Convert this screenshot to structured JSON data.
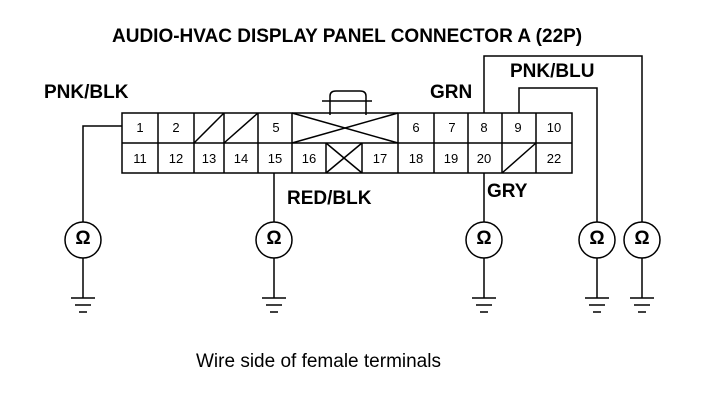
{
  "title": "AUDIO-HVAC DISPLAY PANEL CONNECTOR A (22P)",
  "caption": "Wire side of female terminals",
  "wires": {
    "pnk_blk": "PNK/BLK",
    "grn": "GRN",
    "pnk_blu": "PNK/BLU",
    "red_blk": "RED/BLK",
    "gry": "GRY"
  },
  "terminals": {
    "row1": [
      "1",
      "2",
      "",
      "",
      "5",
      "",
      "",
      "6",
      "7",
      "8",
      "9",
      "10"
    ],
    "row2": [
      "11",
      "12",
      "13",
      "14",
      "15",
      "16",
      "17",
      "18",
      "19",
      "20",
      "",
      "22"
    ]
  },
  "meter_symbol": "Ω"
}
